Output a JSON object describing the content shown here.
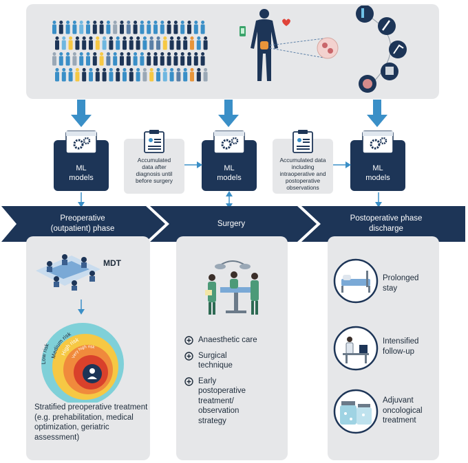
{
  "ml_boxes": [
    {
      "label_line1": "ML",
      "label_line2": "models"
    },
    {
      "label_line1": "ML",
      "label_line2": "models"
    },
    {
      "label_line1": "ML",
      "label_line2": "models"
    }
  ],
  "accumulated": [
    {
      "lines": [
        "Accumulated",
        "data after",
        "diagnosis until",
        "before surgery"
      ]
    },
    {
      "lines": [
        "Accumulated data",
        "including",
        "intraoperative and",
        "postoperative",
        "observations"
      ]
    }
  ],
  "phases": [
    {
      "lines": [
        "Preoperative",
        "(outpatient) phase"
      ]
    },
    {
      "lines": [
        "Surgery"
      ]
    },
    {
      "lines": [
        "Postoperative phase",
        "discharge"
      ]
    }
  ],
  "preop": {
    "mdt": "MDT",
    "risk_levels": [
      "Low risk",
      "Medium risk",
      "High risk",
      "Very high risk"
    ],
    "stratified_text": "Stratified preoperative treatment (e.g. prehabilitation, medical optimization, geriatric assessment)"
  },
  "surgery": {
    "items": [
      {
        "lines": [
          "Anaesthetic care"
        ]
      },
      {
        "lines": [
          "Surgical",
          "technique"
        ]
      },
      {
        "lines": [
          "Early",
          "postoperative",
          "treatment/",
          "observation",
          "strategy"
        ]
      }
    ]
  },
  "postop": {
    "items": [
      {
        "lines": [
          "Prolonged",
          "stay"
        ],
        "icon": "hospital-bed-icon"
      },
      {
        "lines": [
          "Intensified",
          "follow-up"
        ],
        "icon": "doctor-desk-icon"
      },
      {
        "lines": [
          "Adjuvant",
          "oncological",
          "treatment"
        ],
        "icon": "pill-bottles-icon"
      }
    ]
  },
  "colors": {
    "navy": "#1d3557",
    "arrow_blue": "#3a8fc7",
    "panel_grey": "#e6e7e9",
    "risk_low": "#7fd0d8",
    "risk_medium": "#f6c844",
    "risk_high": "#f08a3c",
    "risk_very_high": "#d9412b"
  }
}
